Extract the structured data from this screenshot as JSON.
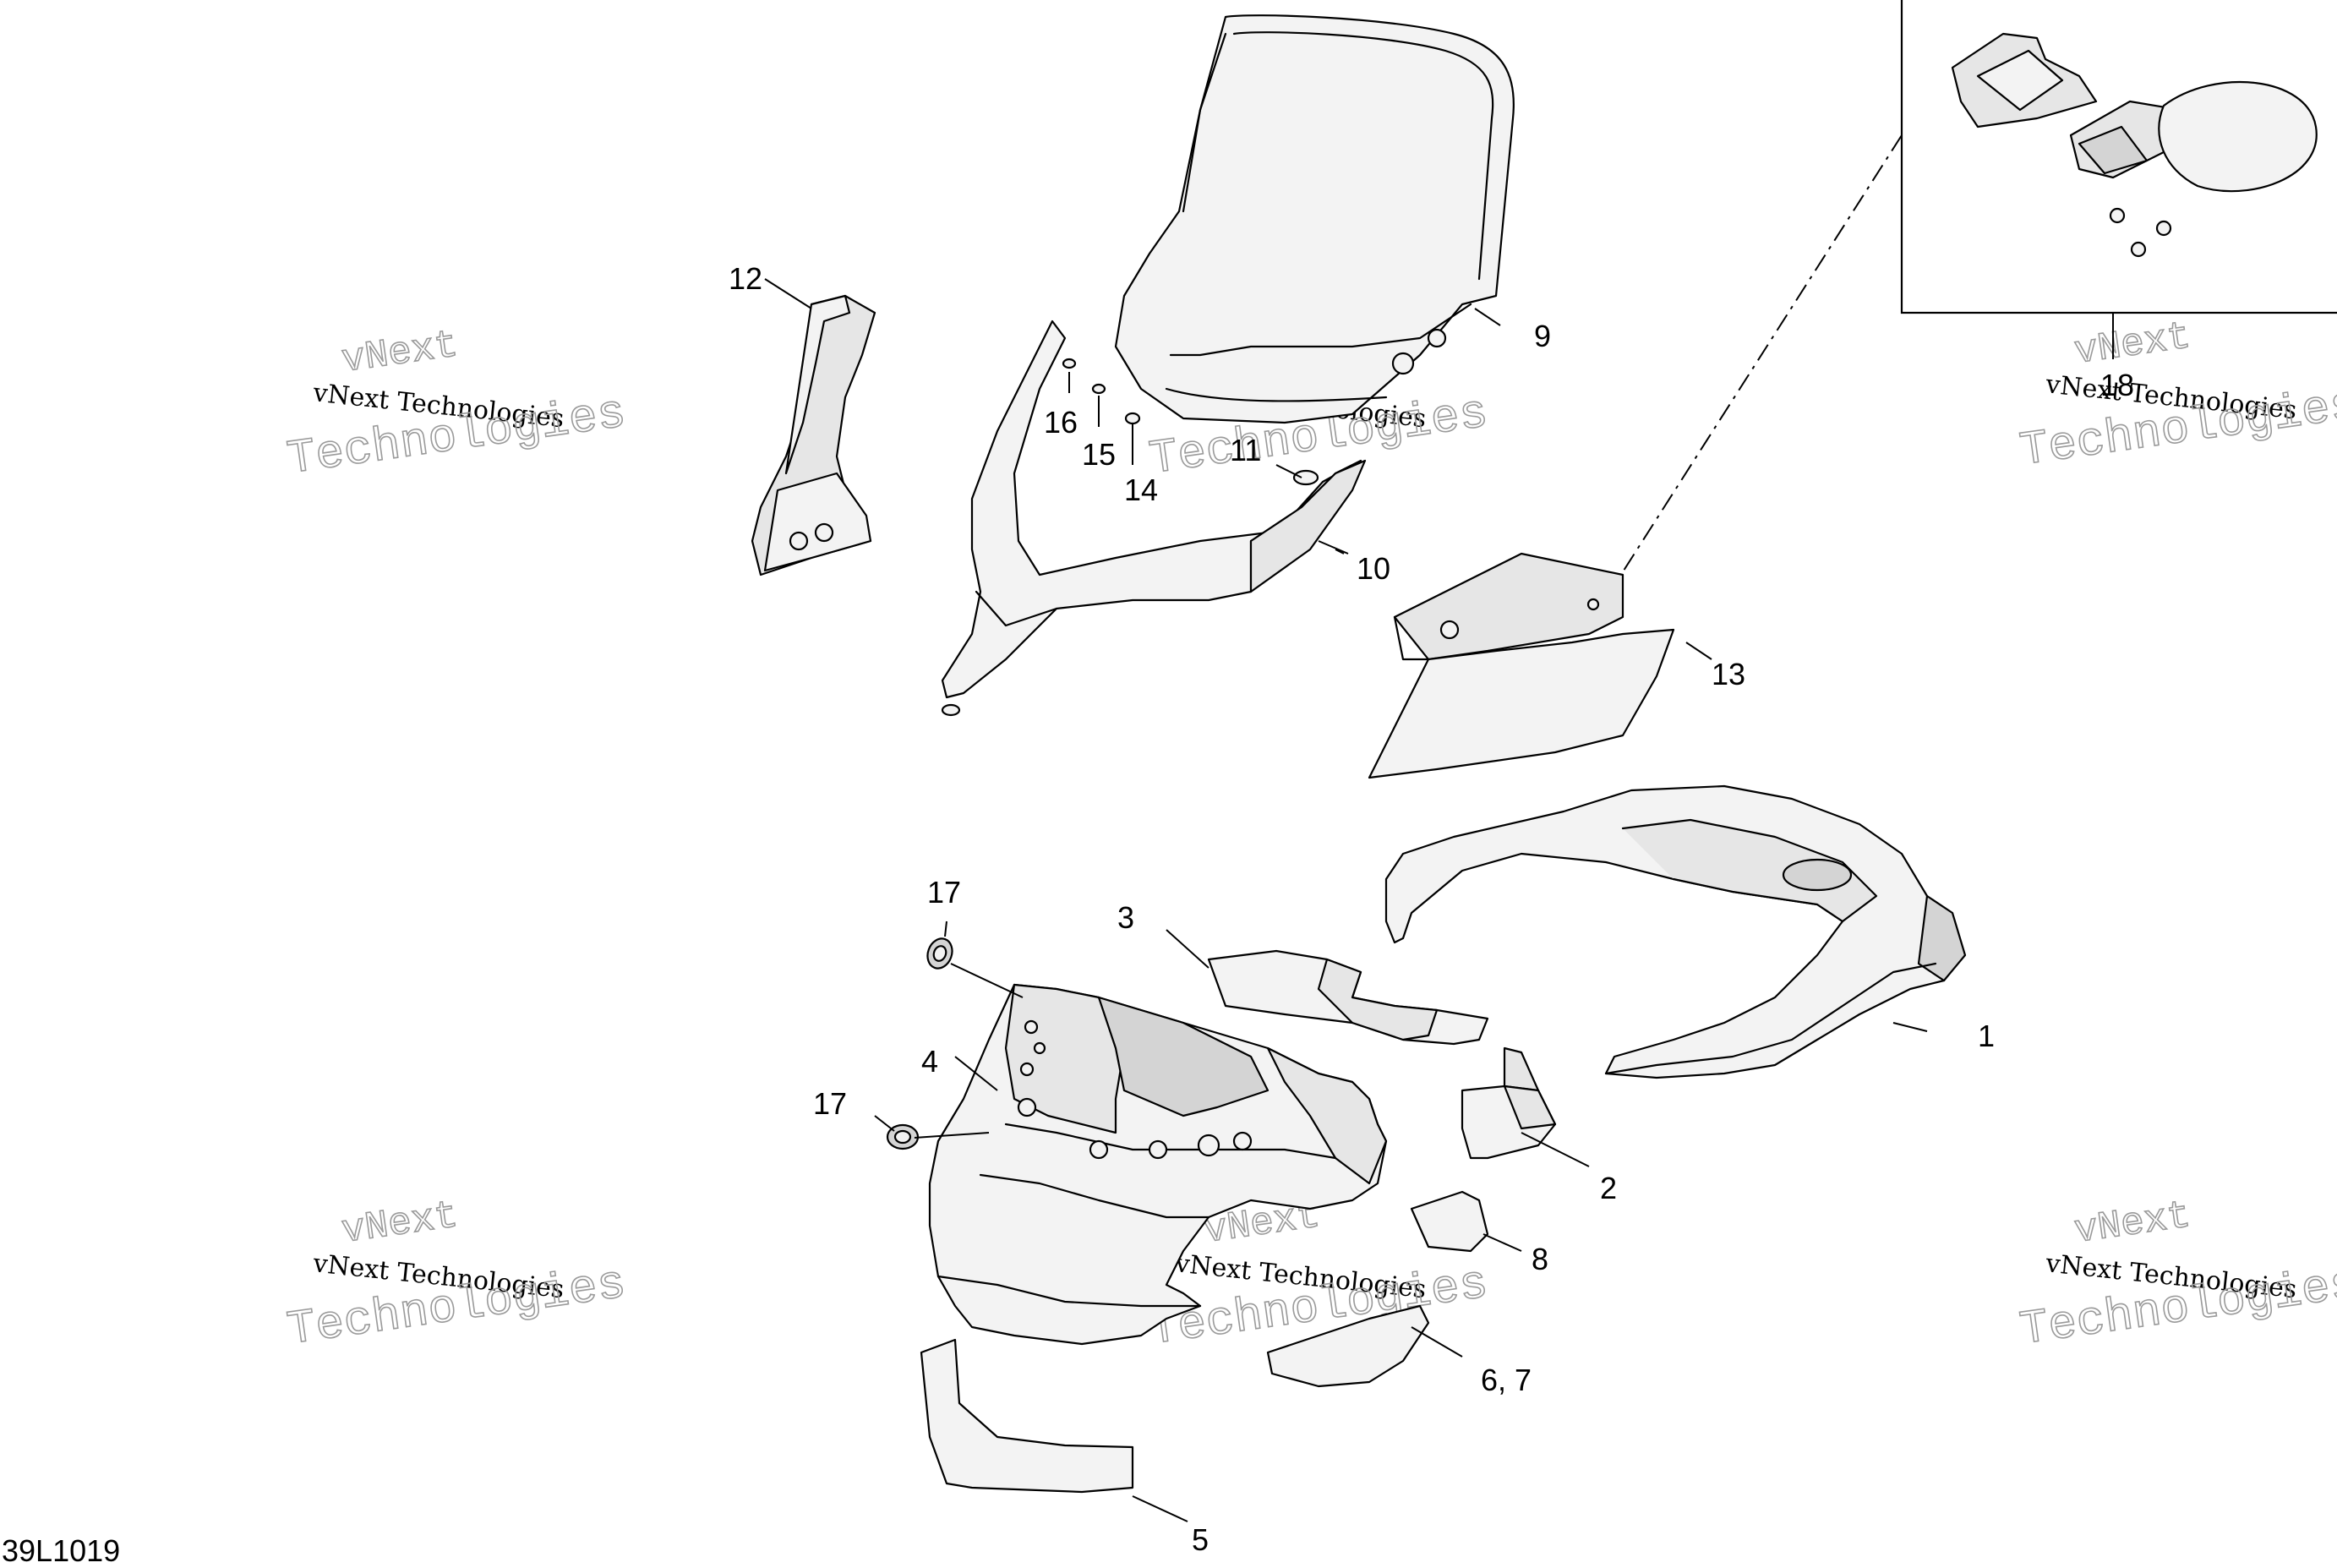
{
  "diagram": {
    "code": "39L1019",
    "callouts": [
      "1",
      "2",
      "3",
      "4",
      "5",
      "6, 7",
      "8",
      "9",
      "10",
      "11",
      "12",
      "13",
      "14",
      "15",
      "16",
      "17",
      "17",
      "18"
    ],
    "watermark": {
      "line1": "vNext",
      "line2": "vNext Technologies",
      "line3": "Technologies"
    }
  }
}
